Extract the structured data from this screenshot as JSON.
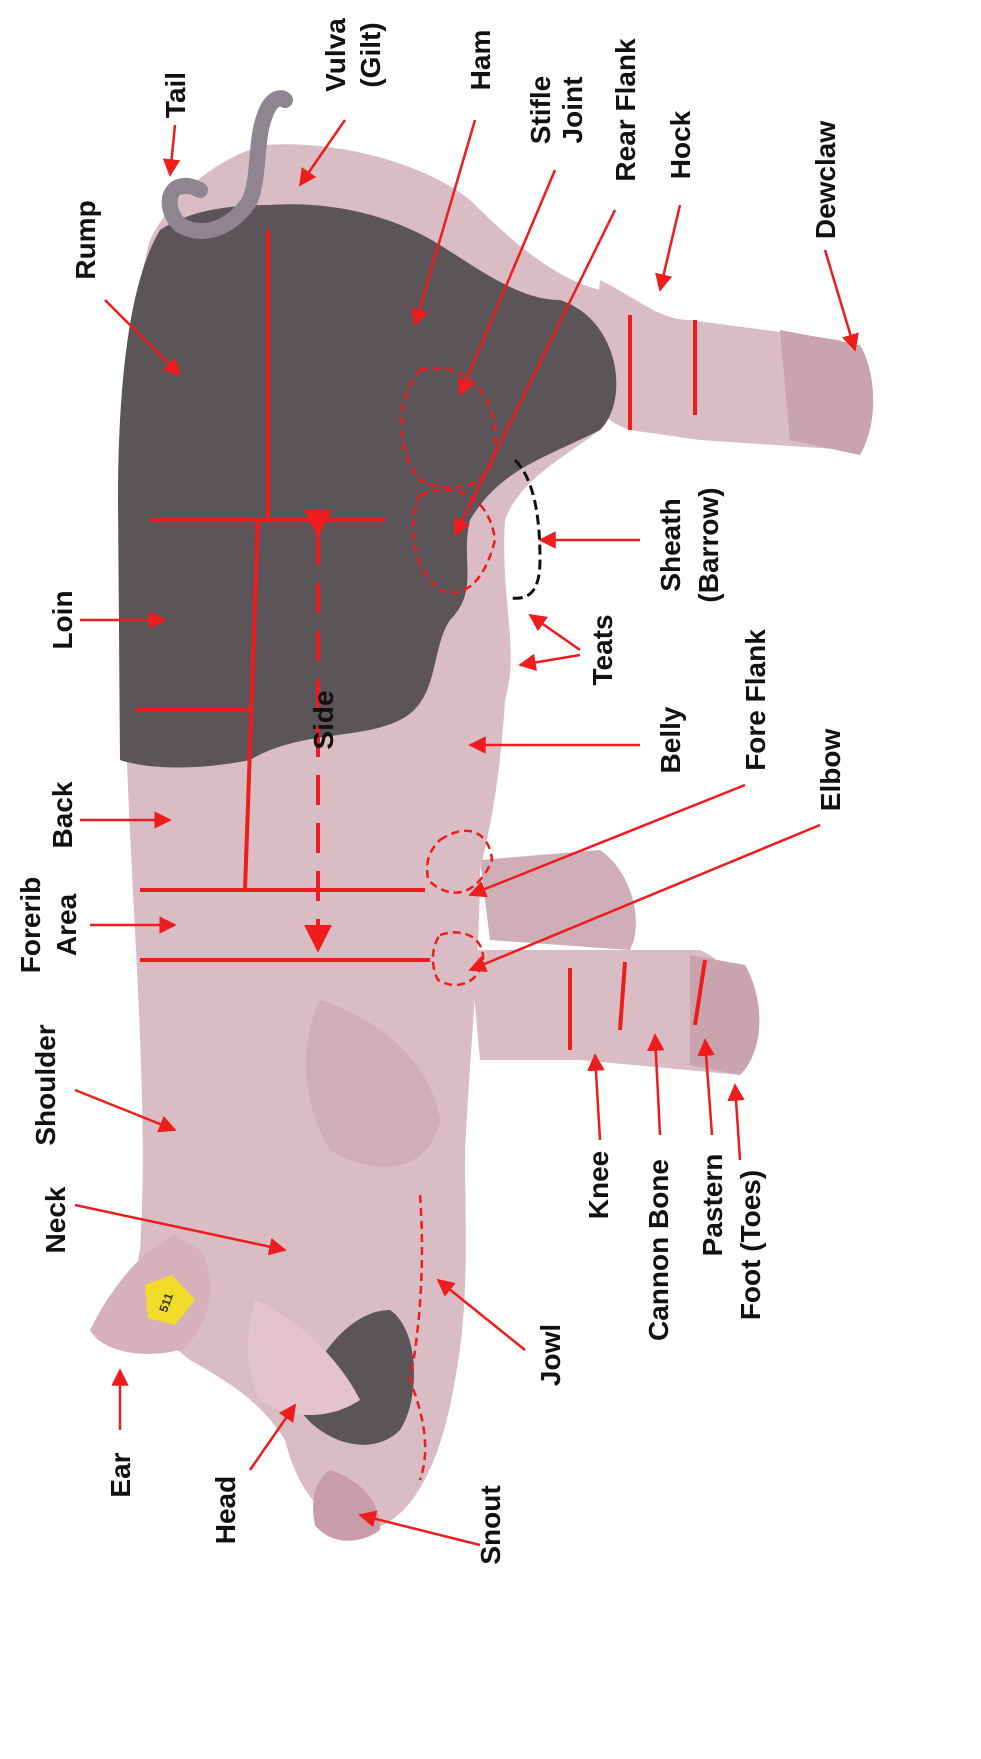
{
  "labels": {
    "tail": "Tail",
    "vulva_line1": "Vulva",
    "vulva_line2": "(Gilt)",
    "ham": "Ham",
    "stifle_line1": "Stifle",
    "stifle_line2": "Joint",
    "rear_flank": "Rear Flank",
    "hock": "Hock",
    "dewclaw": "Dewclaw",
    "rump": "Rump",
    "loin": "Loin",
    "back": "Back",
    "forerib_line1": "Forerib",
    "forerib_line2": "Area",
    "shoulder": "Shoulder",
    "neck": "Neck",
    "ear": "Ear",
    "head": "Head",
    "snout": "Snout",
    "jowl": "Jowl",
    "side": "Side",
    "sheath_line1": "Sheath",
    "sheath_line2": "(Barrow)",
    "teats": "Teats",
    "belly": "Belly",
    "fore_flank": "Fore Flank",
    "elbow": "Elbow",
    "knee": "Knee",
    "cannon_bone": "Cannon Bone",
    "pastern": "Pastern",
    "foot": "Foot (Toes)",
    "ear_tag": "511"
  },
  "colors": {
    "label_text": "#111111",
    "arrow": "#ee1c1c",
    "body_pink": "#d9bcc4",
    "body_shadow": "#b9949e",
    "dark_patch": "#5b5459",
    "ear_tag": "#f2dc2a",
    "sheath_outline": "#111111"
  }
}
